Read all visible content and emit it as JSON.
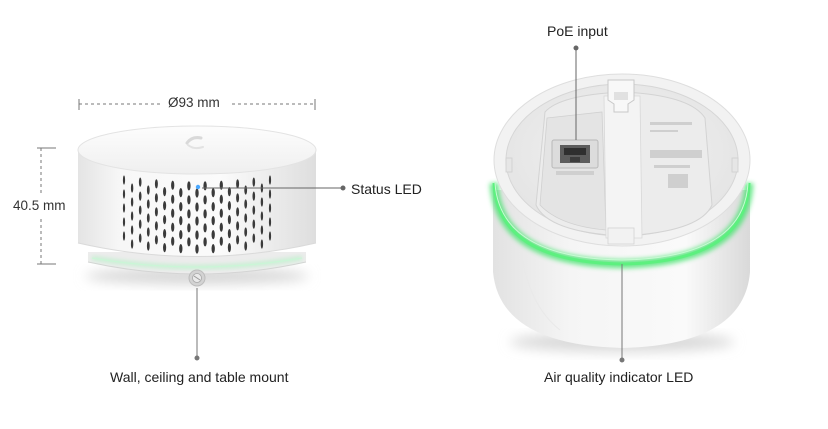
{
  "labels": {
    "diameter": "Ø93 mm",
    "height": "40.5 mm",
    "status_led": "Status LED",
    "mount": "Wall, ceiling and table mount",
    "poe_input": "PoE input",
    "air_quality_led": "Air quality indicator LED"
  },
  "colors": {
    "accent_green": "#3fe36a",
    "status_led_blue": "#4aa8ff",
    "leader_line": "#555555"
  }
}
